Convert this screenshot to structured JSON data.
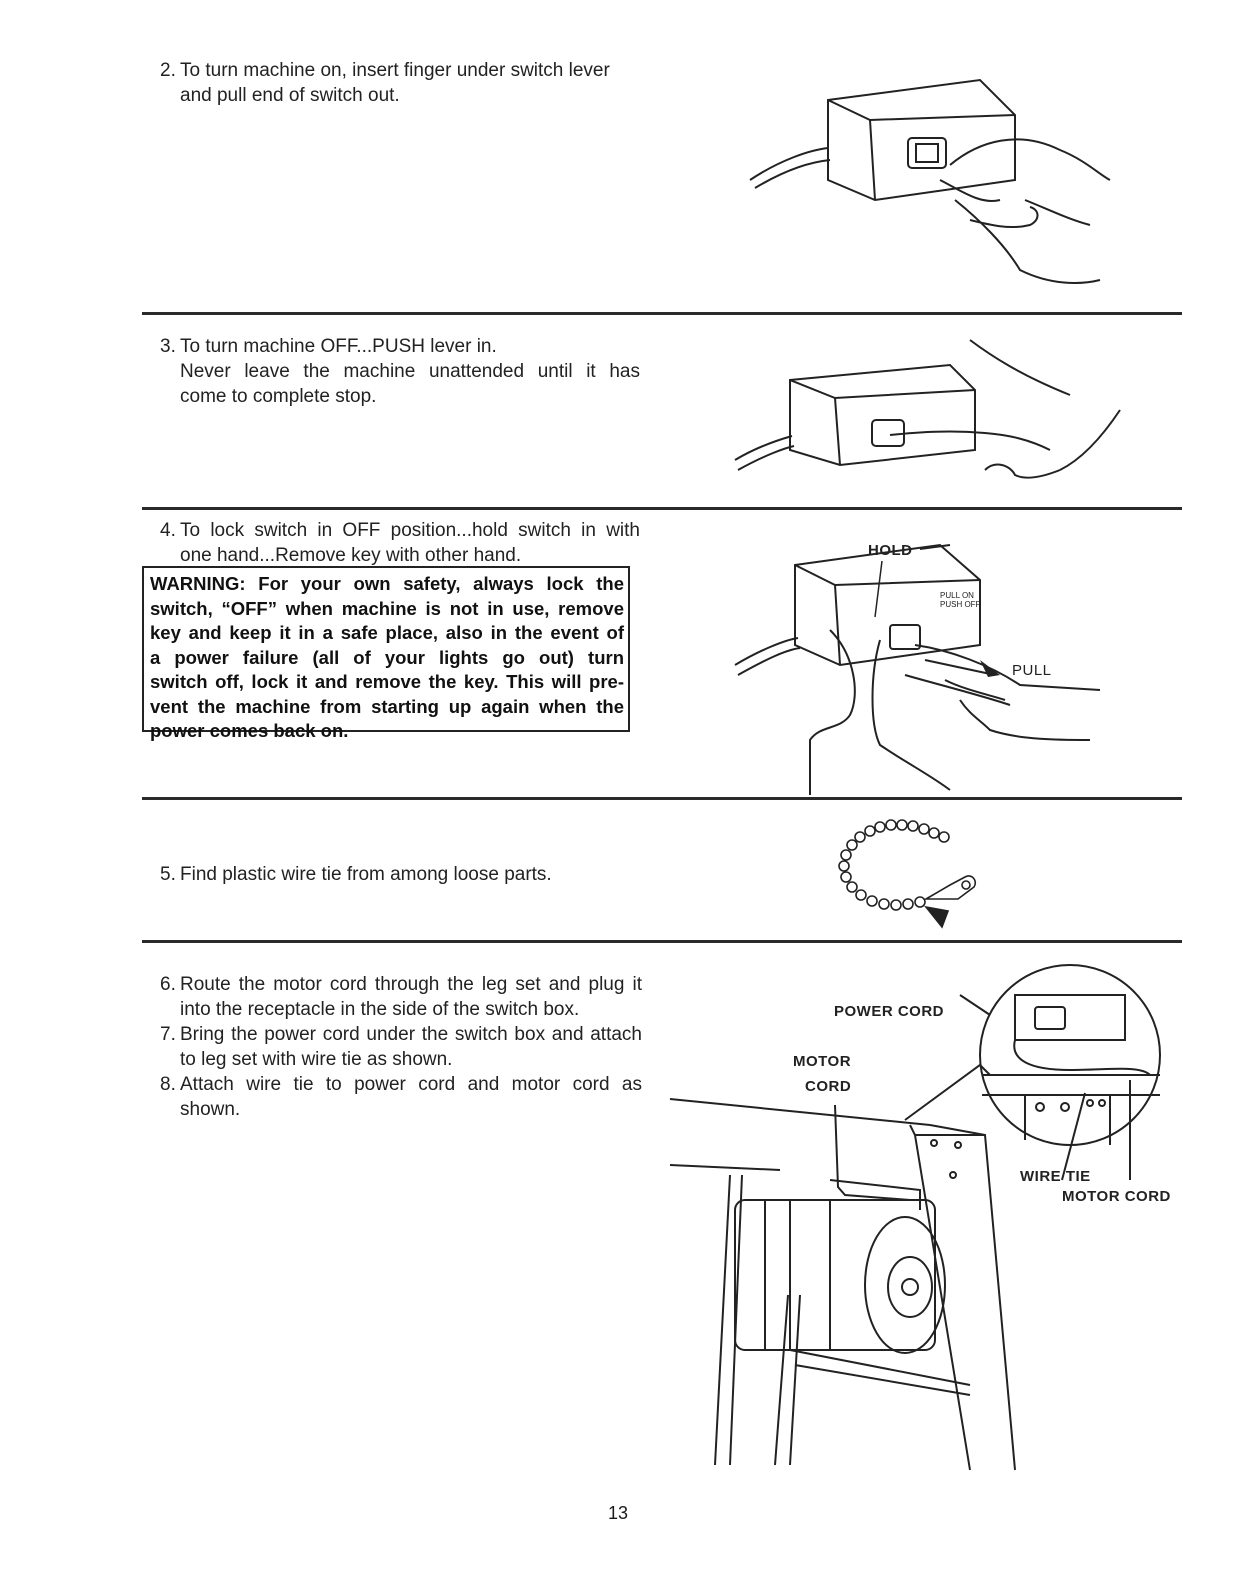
{
  "steps": [
    {
      "num": "2.",
      "lines": [
        "To turn machine on, insert finger under switch lever",
        "and pull end of switch out."
      ]
    },
    {
      "num": "3.",
      "lines": [
        "To turn machine OFF...PUSH lever in.",
        "Never leave the machine unattended until it has",
        "come to complete stop."
      ]
    },
    {
      "num": "4.",
      "lines": [
        "To lock switch in OFF position...hold switch in with",
        "one hand...Remove key with other hand."
      ]
    },
    {
      "num": "5.",
      "lines": [
        "Find plastic wire tie from among loose parts."
      ]
    },
    {
      "num": "6.",
      "lines": [
        "Route the motor cord through the leg set and plug it",
        "into the receptacle in the side of the switch box."
      ]
    },
    {
      "num": "7.",
      "lines": [
        "Bring the power cord under the switch box and attach",
        "to leg set with wire tie as shown."
      ]
    },
    {
      "num": "8.",
      "lines": [
        "Attach wire tie to power cord and motor cord as",
        "shown."
      ]
    }
  ],
  "warning": {
    "lines": [
      "WARNING: For your own safety, always lock the",
      "switch, “OFF” when machine is not in use, remove",
      "key and keep it in a safe place, also in the event of",
      "a power failure (all of your lights go out) turn",
      "switch off, lock it and remove the key. This will pre-",
      "vent the machine from starting up again when the",
      "power comes back on."
    ]
  },
  "figure_labels": {
    "hold": "HOLD",
    "pull": "PULL",
    "pull_on_push_off_1": "PULL ON",
    "pull_on_push_off_2": "PUSH OFF",
    "power_cord": "POWER CORD",
    "motor_cord_1": "MOTOR",
    "motor_cord_2": "CORD",
    "wire_tie": "WIRE TIE",
    "motor_cord_right": "MOTOR CORD"
  },
  "page_number": "13"
}
